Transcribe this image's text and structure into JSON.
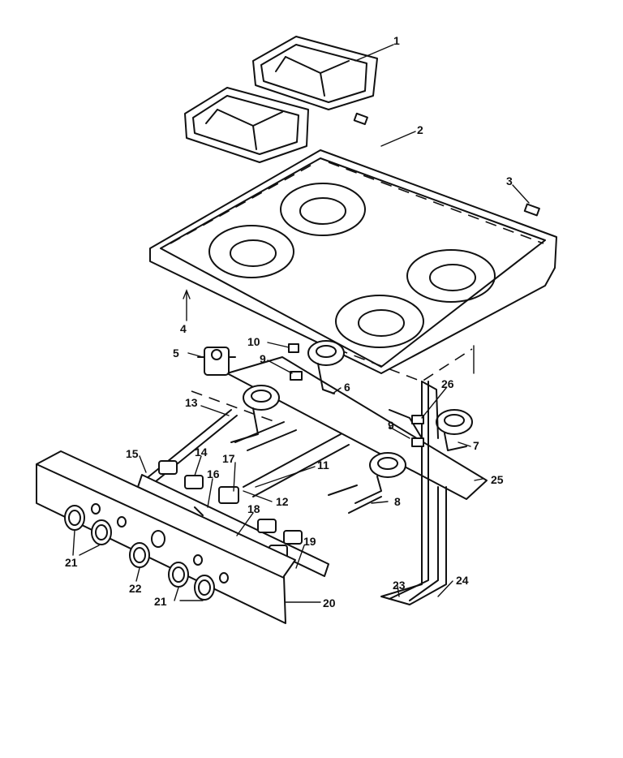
{
  "diagram": {
    "callouts": [
      "1",
      "2",
      "3",
      "4",
      "5",
      "6",
      "7",
      "8",
      "9",
      "9",
      "10",
      "11",
      "12",
      "13",
      "14",
      "15",
      "16",
      "17",
      "18",
      "19",
      "20",
      "21",
      "21",
      "22",
      "23",
      "24",
      "25",
      "26"
    ]
  }
}
